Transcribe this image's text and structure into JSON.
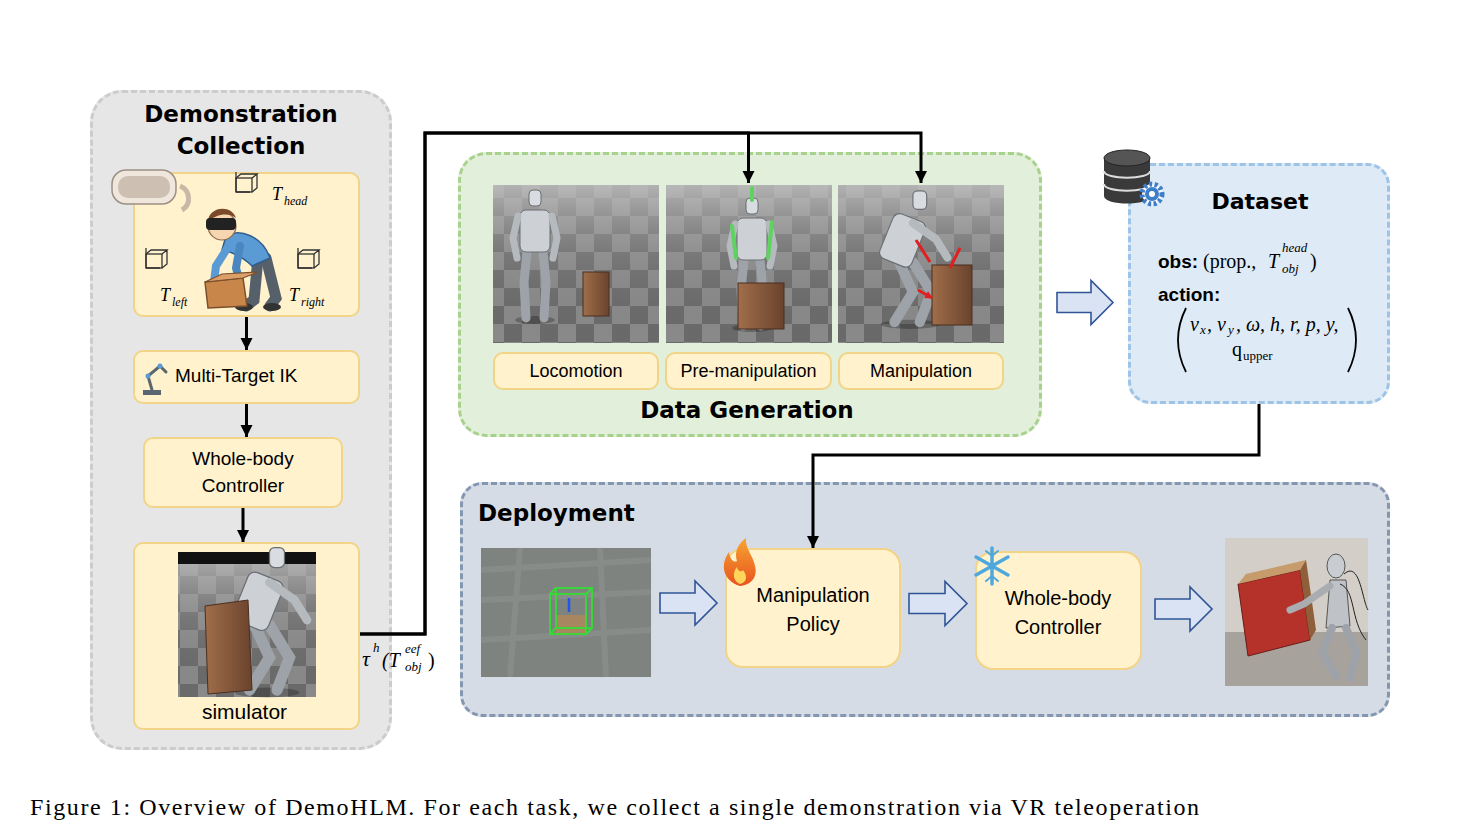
{
  "diagram": {
    "caption": "Figure 1: Overview of DemoHLM. For each task, we collect a single demonstration via VR teleoperation",
    "nodes": [
      {
        "text": [
          "Demonstration Collection"
        ]
      },
      {
        "text": [
          "T",
          "head",
          "T",
          "left",
          "T",
          "right"
        ],
        "in": 0
      },
      {
        "text": [
          "Multi-Target IK"
        ],
        "in": 0
      },
      {
        "text": [
          "Whole-body Controller"
        ],
        "in": 0
      },
      {
        "text": [
          "simulator"
        ],
        "in": 0
      },
      {
        "text": [
          "Data Generation"
        ]
      },
      {
        "text": [
          "Locomotion"
        ],
        "in": 5
      },
      {
        "text": [
          "Pre-manipulation"
        ],
        "in": 5
      },
      {
        "text": [
          "Manipulation"
        ],
        "in": 5
      },
      {
        "text": [
          "Dataset",
          "obs:",
          "(prop.,",
          "T",
          "head",
          "obj",
          ")",
          "action:",
          "v",
          "x",
          ", v",
          "y",
          ", ω, h, r, p, y,",
          "q",
          "upper"
        ]
      },
      {
        "text": [
          "Deployment"
        ]
      },
      {
        "text": [
          "Manipulation Policy"
        ],
        "in": 10
      },
      {
        "text": [
          "Whole-body Controller"
        ],
        "in": 10
      }
    ],
    "edges": [
      {
        "from": 1,
        "to": 2,
        "arrow": "to"
      },
      {
        "from": 2,
        "to": 3,
        "arrow": "to"
      },
      {
        "from": 3,
        "to": 4,
        "arrow": "to"
      },
      {
        "from": 4,
        "to": 7,
        "arrow": "to"
      },
      {
        "from": 4,
        "to": 8,
        "arrow": "to"
      },
      {
        "from": 5,
        "to": 9,
        "arrow": "to"
      },
      {
        "from": 9,
        "to": 11,
        "arrow": "to"
      },
      {
        "from": 11,
        "to": 12,
        "arrow": "to"
      }
    ],
    "labels": [
      "τ",
      "h",
      "(T",
      "eef",
      "obj",
      ")"
    ]
  }
}
